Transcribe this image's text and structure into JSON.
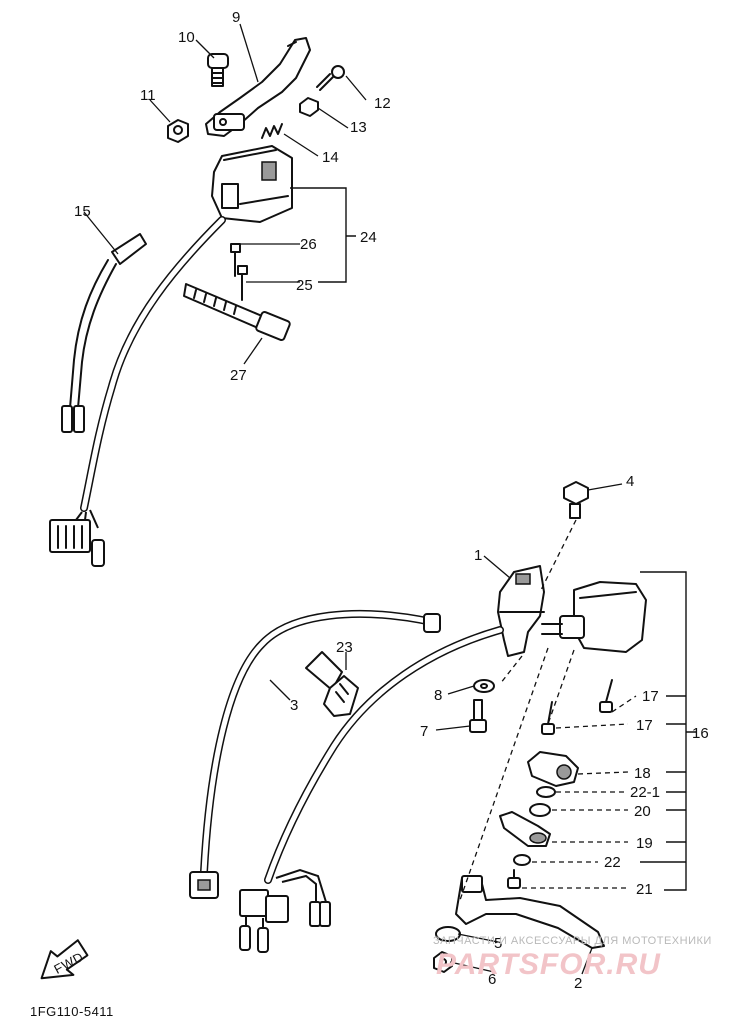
{
  "callouts": {
    "c1": "1",
    "c2": "2",
    "c3": "3",
    "c4": "4",
    "c5": "5",
    "c6": "6",
    "c7": "7",
    "c8": "8",
    "c9": "9",
    "c10": "10",
    "c11": "11",
    "c12": "12",
    "c13": "13",
    "c14": "14",
    "c15": "15",
    "c16": "16",
    "c17a": "17",
    "c17b": "17",
    "c18": "18",
    "c19": "19",
    "c20": "20",
    "c21": "21",
    "c22": "22",
    "c22_1": "22-1",
    "c23": "23",
    "c24": "24",
    "c25": "25",
    "c26": "26",
    "c27": "27"
  },
  "diagram_code": "1FG110-5411",
  "fwd_label": "FWD",
  "watermark": {
    "line1": "ЗАПЧАСТИ И АКСЕССУАРЫ ДЛЯ МОТОТЕХНИКИ",
    "line2": "PARTSFOR.RU"
  },
  "colors": {
    "ink": "#111111",
    "background": "#ffffff",
    "watermark_text": "#b9b9b9",
    "watermark_logo": "#f2c4c8"
  }
}
